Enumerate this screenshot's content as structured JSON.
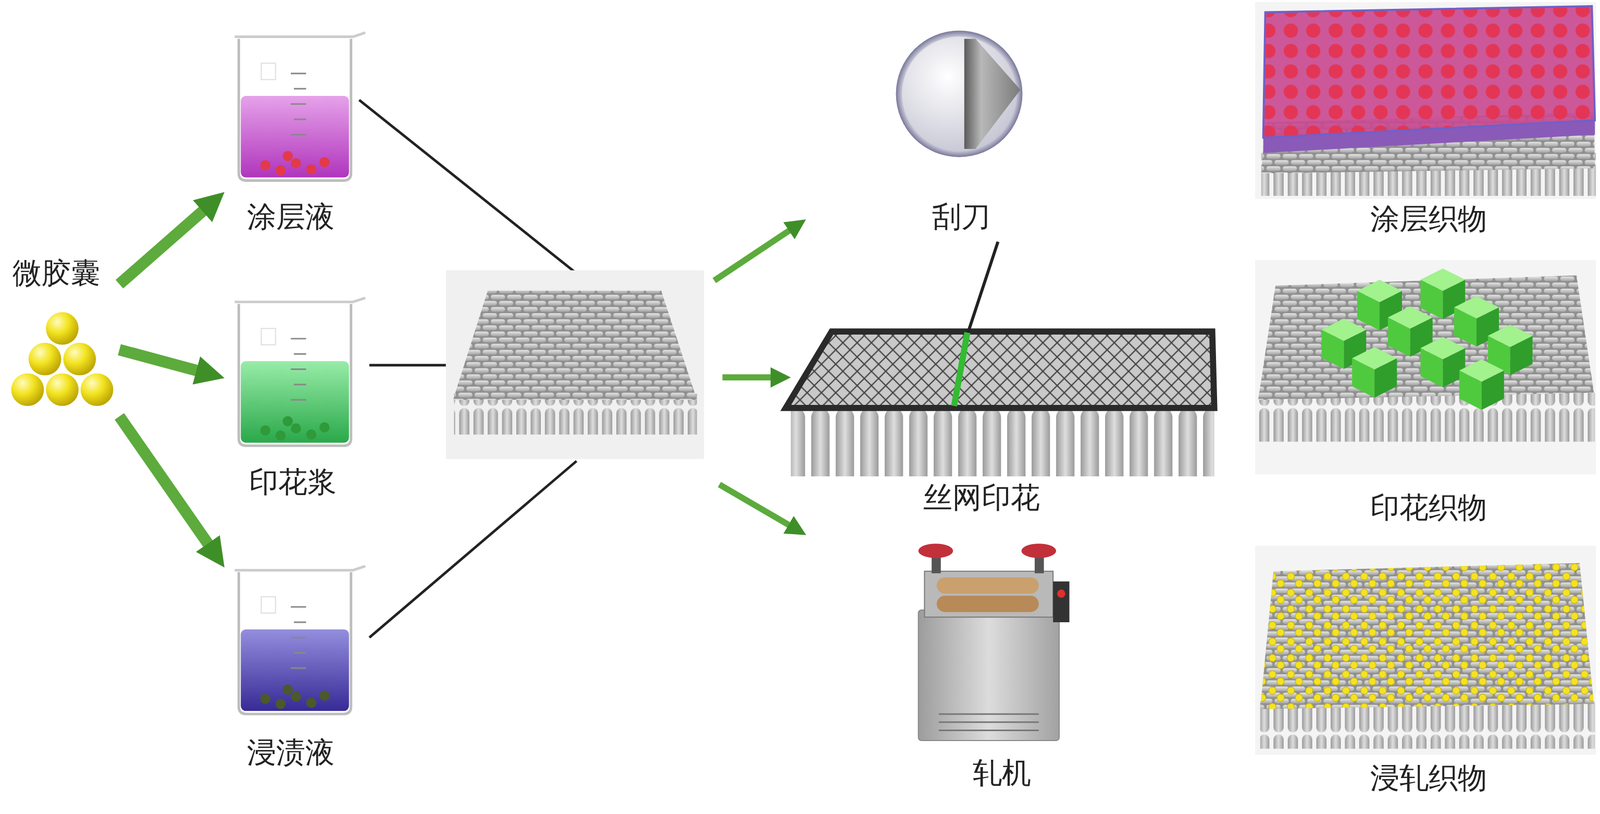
{
  "diagram": {
    "nodes": [
      {
        "text": [
          "微胶囊"
        ]
      },
      {
        "text": [
          "涂层液"
        ]
      },
      {
        "text": [
          "印花浆"
        ]
      },
      {
        "text": [
          "浸渍液"
        ]
      },
      {
        "text": [
          "刮刀"
        ]
      },
      {
        "text": [
          "丝网印花"
        ]
      },
      {
        "text": [
          "轧机"
        ]
      },
      {
        "text": [
          "涂层织物"
        ]
      },
      {
        "text": [
          "印花织物"
        ]
      },
      {
        "text": [
          "浸轧织物"
        ]
      }
    ],
    "edges": [
      {
        "from": 0,
        "to": 1,
        "arrow": "to"
      },
      {
        "from": 0,
        "to": 2,
        "arrow": "to"
      },
      {
        "from": 0,
        "to": 3,
        "arrow": "to"
      }
    ]
  }
}
